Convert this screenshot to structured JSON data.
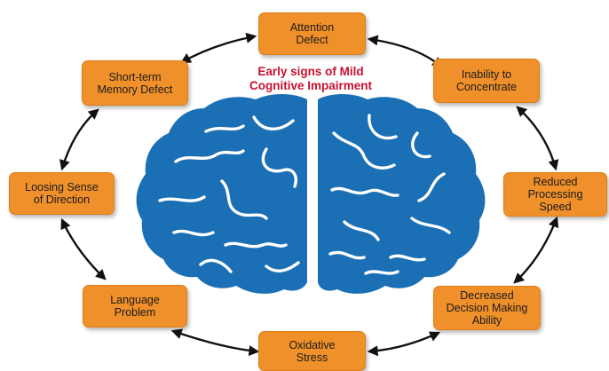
{
  "title": "Early signs of Mild\nCognitive Impairment",
  "colors": {
    "box_fill": "#f0902a",
    "brain": "#1a6fb5",
    "title": "#c8102e",
    "arrow": "#111111"
  },
  "signs": [
    {
      "id": "attention",
      "label": "Attention\nDefect"
    },
    {
      "id": "concentrate",
      "label": "Inability to\nConcentrate"
    },
    {
      "id": "processing",
      "label": "Reduced\nProcessing\nSpeed"
    },
    {
      "id": "decision",
      "label": "Decreased\nDecision Making\nAbility"
    },
    {
      "id": "oxidative",
      "label": "Oxidative\nStress"
    },
    {
      "id": "language",
      "label": "Language\nProblem"
    },
    {
      "id": "direction",
      "label": "Loosing Sense\nof Direction"
    },
    {
      "id": "memory",
      "label": "Short-term\nMemory Defect"
    }
  ],
  "icons": {
    "center": "brain-icon"
  }
}
